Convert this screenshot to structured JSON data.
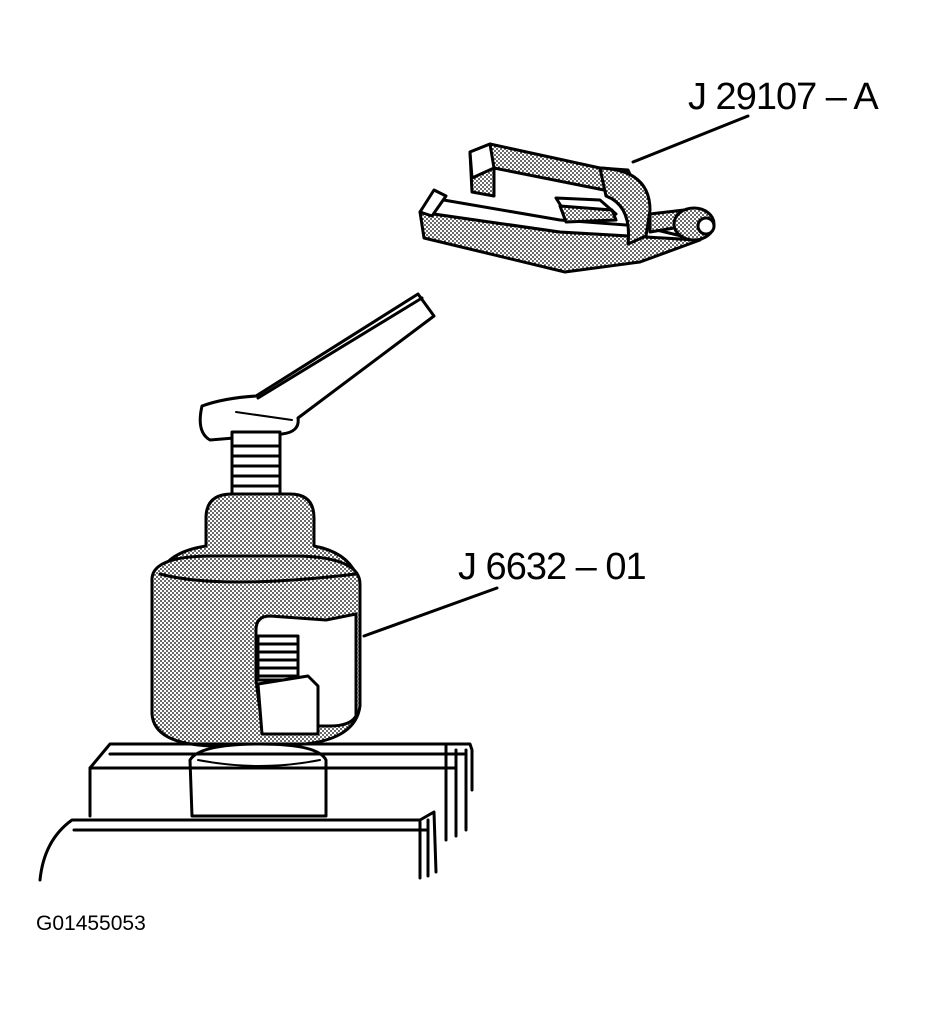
{
  "labels": {
    "tool_a": "J 29107 – A",
    "tool_b": "J 6632 – 01"
  },
  "figure_id": "G01455053",
  "colors": {
    "ink": "#000000",
    "fill": "#bdbdbd",
    "background": "#ffffff"
  }
}
